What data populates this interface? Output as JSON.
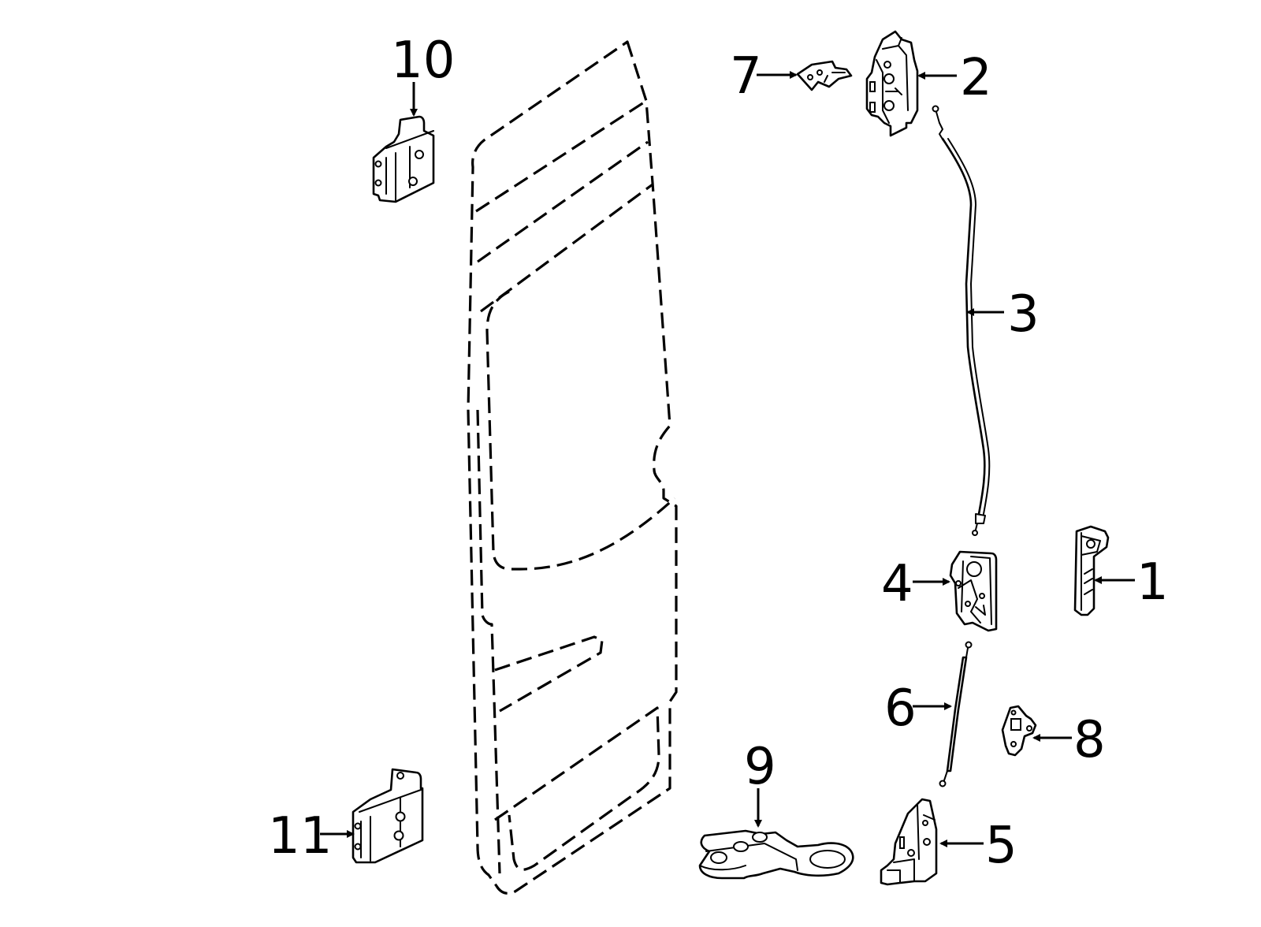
{
  "callouts": [
    {
      "id": "1",
      "text": "1"
    },
    {
      "id": "2",
      "text": "2"
    },
    {
      "id": "3",
      "text": "3"
    },
    {
      "id": "4",
      "text": "4"
    },
    {
      "id": "5",
      "text": "5"
    },
    {
      "id": "6",
      "text": "6"
    },
    {
      "id": "7",
      "text": "7"
    },
    {
      "id": "8",
      "text": "8"
    },
    {
      "id": "9",
      "text": "9"
    },
    {
      "id": "10",
      "text": "10"
    },
    {
      "id": "11",
      "text": "11"
    }
  ],
  "colors": {
    "line": "#000000",
    "background": "#ffffff"
  },
  "icons": [
    "door-panel-outline",
    "hinge-icon",
    "latch-icon",
    "cable-icon",
    "handle-icon",
    "bracket-icon",
    "striker-icon",
    "bumper-icon"
  ]
}
